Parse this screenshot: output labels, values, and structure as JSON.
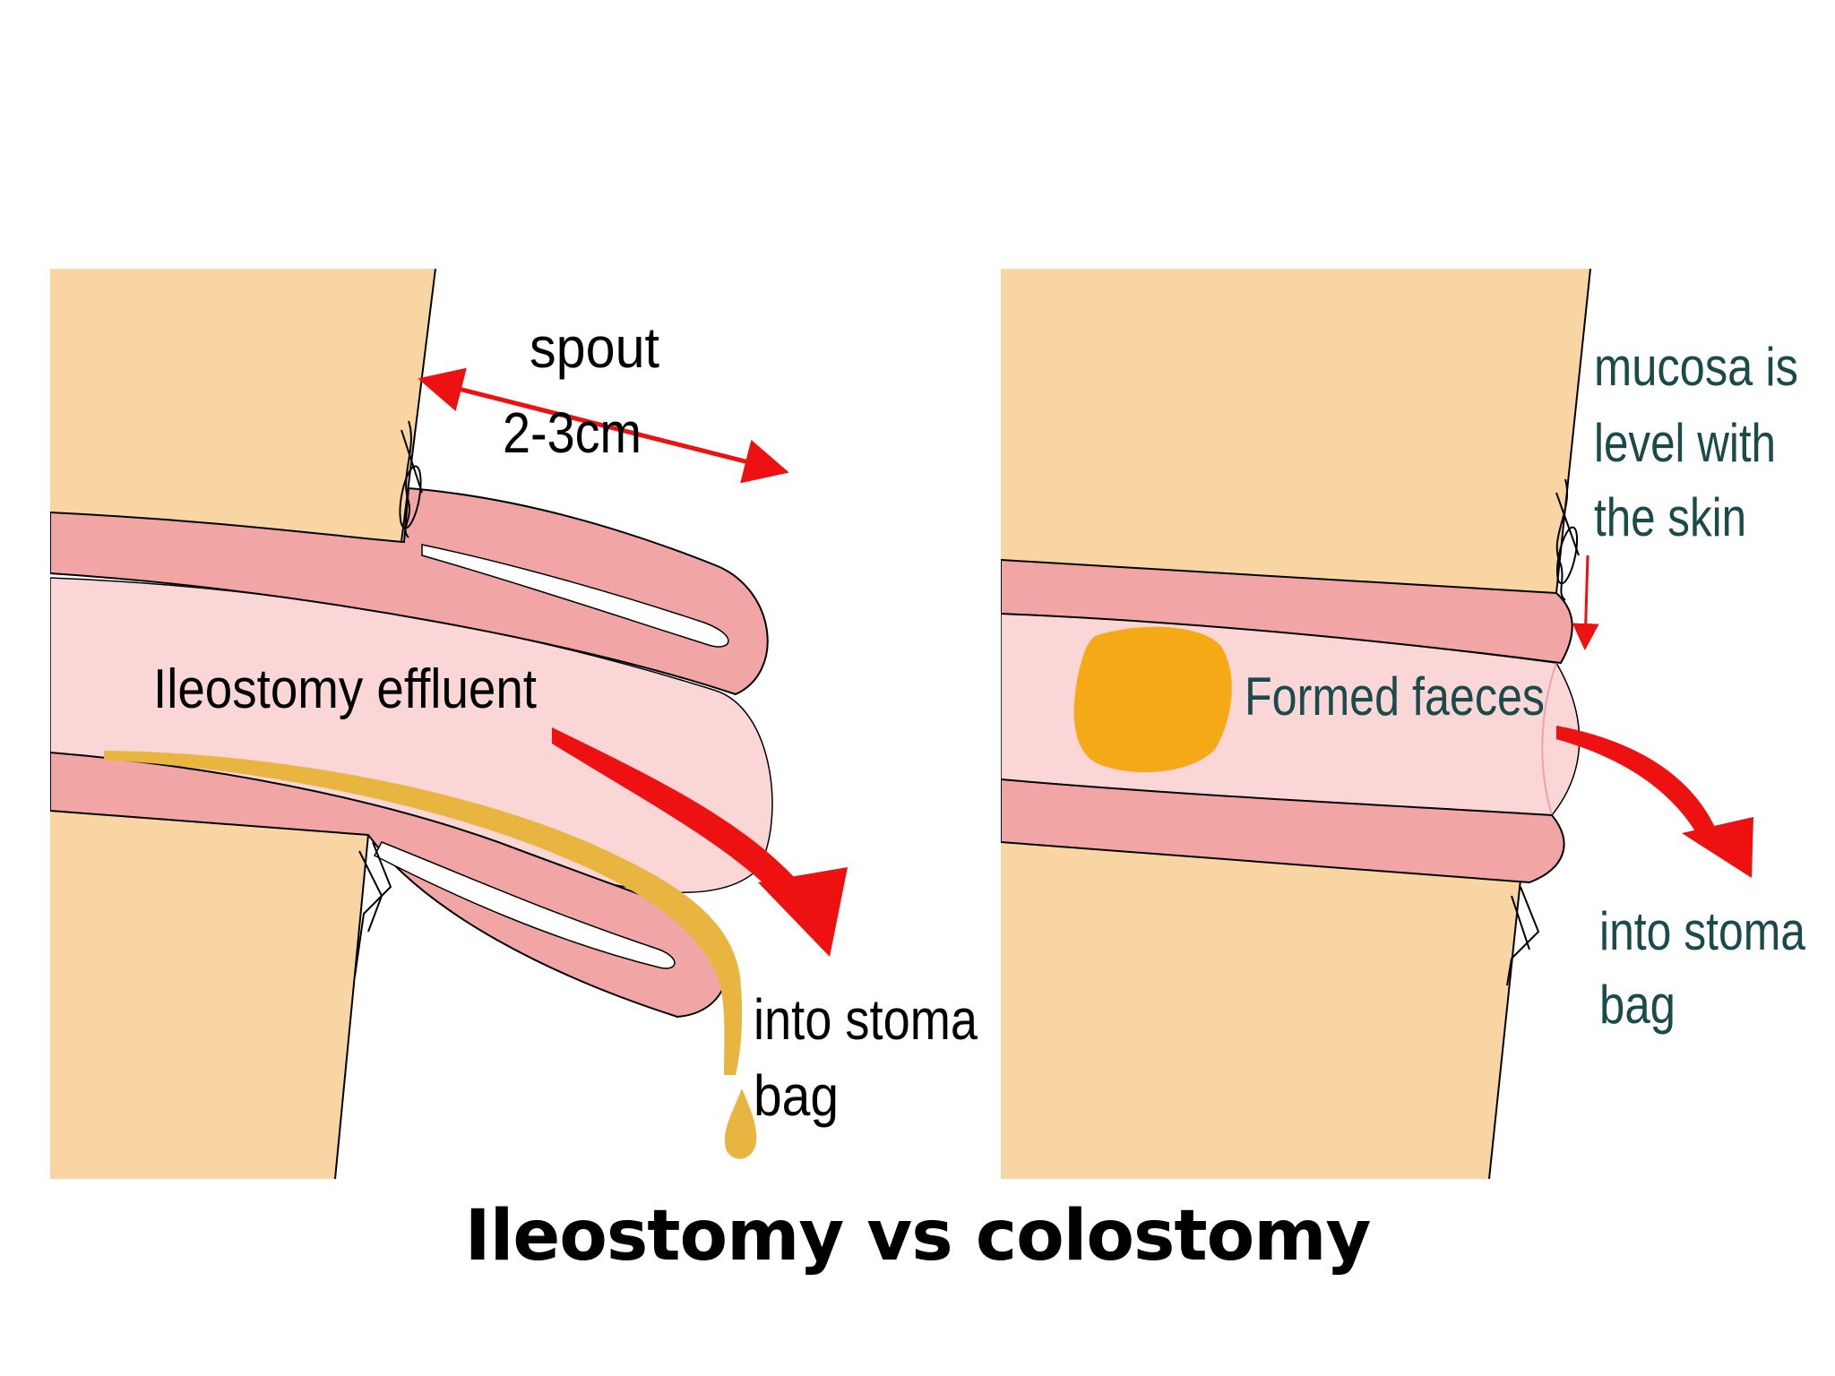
{
  "caption": "Ileostomy vs colostomy",
  "ileostomy": {
    "spout_label": "spout",
    "spout_length": "2-3cm",
    "effluent_label": "Ileostomy effluent",
    "bag_line1": "into stoma",
    "bag_line2": "bag"
  },
  "colostomy": {
    "mucosa_line1": "mucosa is",
    "mucosa_line2": "level with",
    "mucosa_line3": "the skin",
    "faeces_label": "Formed faeces",
    "bag_line1": "into stoma",
    "bag_line2": "bag"
  },
  "colors": {
    "skin": "#f8d5a3",
    "bowel_wall": "#f2a5a5",
    "lumen": "#fbd6d6",
    "arrow": "#ee1111",
    "effluent": "#e8b540",
    "faeces": "#f5a916",
    "colostomy_text": "#1a4a4a"
  }
}
